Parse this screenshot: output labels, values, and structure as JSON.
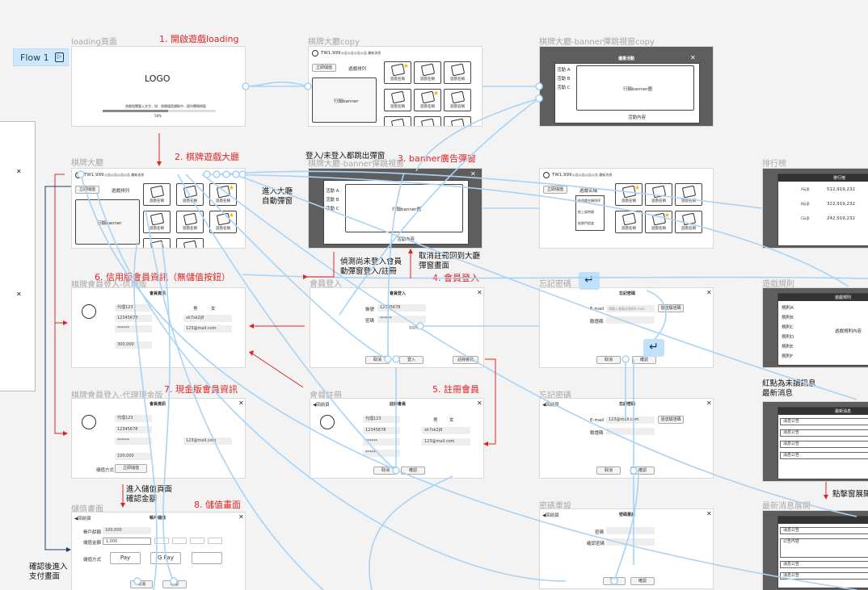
{
  "flow_badge": {
    "label": "Flow 1",
    "icon": "flow-start-icon"
  },
  "frames": {
    "loading": {
      "title": "loading頁面",
      "step": "1. 開啟遊戲loading",
      "logo": "LOGO",
      "tip": "遊戲相關載入文字，如：遊戲檔案讀取中...請勿關閉視窗",
      "percent": "58%"
    },
    "lobby_copy": {
      "title": "棋牌大廳copy",
      "user_id": "TW1,999",
      "announcement": "公告公告公告公告 最新消息",
      "topup": "立即儲值",
      "sort": "遊戲排列",
      "banner": "行銷banner",
      "tile_label": "遊戲名稱"
    },
    "lobby_banner_copy": {
      "title": "棋牌大廳-banner彈跳視窗copy",
      "header": "優惠活動",
      "tabs": [
        "活動 A",
        "活動 B",
        "活動 C"
      ],
      "banner_image": "行銷banner圖",
      "content": "活動內容"
    },
    "lobby": {
      "title": "棋牌大廳",
      "step": "2. 棋牌遊戲大廳",
      "user_id": "TW1,999",
      "announcement": "公告公告公告公告 最新消息",
      "topup": "立即儲值",
      "sort": "遊戲排列",
      "banner": "行銷banner",
      "tile_label": "遊戲名稱"
    },
    "lobby_banner": {
      "title": "棋牌大廳-banner彈跳視窗",
      "step": "3. banner廣告彈窗",
      "note": "登入/未登入都跳出彈窗",
      "tabs": [
        "活動 A",
        "活動 B",
        "活動 C"
      ],
      "banner_image": "行銷banner圖",
      "content": "活動內容"
    },
    "lobby_sort": {
      "user_id": "TW1,999",
      "announcement": "公告公告公告公告 最新消息",
      "topup": "立即儲值",
      "sort": "遊戲名稱",
      "sort_options": [
        "依遊戲名稱排序",
        "依上架時間",
        "依熱門程度"
      ],
      "tile_label": "遊戲名稱"
    },
    "ranking": {
      "title": "排行榜",
      "header": "排行榜",
      "rows": [
        {
          "name": "A玩家",
          "value": "512,919,232"
        },
        {
          "name": "B玩家",
          "value": "322,919,232"
        },
        {
          "name": "C玩家",
          "value": "242,919,232"
        }
      ]
    },
    "member_info_credit": {
      "title": "棋牌會員登入-信用版",
      "step": "6. 信用版會員資訊（無儲值按鈕）",
      "header": "會員資訊",
      "account": "代理123",
      "gender_male": "男",
      "gender_female": "女",
      "phone": "12345678",
      "line_id": "xk7sk2j8",
      "password": "******",
      "email": "123@mail.com",
      "balance": "300,000"
    },
    "login": {
      "title": "會員登入",
      "step": "4. 會員登入",
      "header": "會員登入",
      "account_label": "帳號",
      "account_value": "12345678",
      "password_label": "密碼",
      "password_value": "******",
      "forgot": "忘記密碼",
      "cancel": "取消",
      "login": "登入",
      "register": "註冊會員"
    },
    "forgot_pw": {
      "title": "忘記密碼",
      "header": "忘記密碼",
      "email_label": "E-mail",
      "placeholder": "請輸入會員註冊的E-mail",
      "send": "發送驗證碼",
      "code_label": "驗證碼",
      "cancel": "取消",
      "confirm": "確認"
    },
    "rules": {
      "title": "遊戲規則",
      "header": "遊戲規則",
      "rules": [
        "規則A",
        "規則B",
        "規則C",
        "規則D",
        "規則E",
        "規則F"
      ],
      "body": "遊戲規則內容"
    },
    "member_info_cash": {
      "title": "棋牌會員登入-代理現金版",
      "step": "7. 現金版會員資訊",
      "header": "會員資訊",
      "account": "代理123",
      "phone": "12345678",
      "password": "******",
      "email": "123@mail.com",
      "balance": "100,000",
      "topup": "立即儲值",
      "topup_label": "儲值方式"
    },
    "register": {
      "title": "會員註冊",
      "step": "5. 註冊會員",
      "back": "◀回前頁",
      "header": "註冊會員",
      "account": "代理123",
      "gender_male": "男",
      "gender_female": "女",
      "phone": "12345678",
      "line_id": "xk7sk2j8",
      "password": "******",
      "email": "123@mail.com",
      "confirm_pw": "******",
      "cancel": "取消",
      "confirm": "確認"
    },
    "forgot_pw2": {
      "title": "忘記密碼",
      "back": "◀回前頁",
      "header": "忘記密碼",
      "email_label": "E-mail",
      "email_value": "123@mail.com",
      "send": "發送驗證碼",
      "code_label": "驗證碼",
      "cancel": "取消",
      "confirm": "確認"
    },
    "news": {
      "title": "紅點為未讀訊息",
      "title2": "最新消息",
      "header": "最新消息",
      "items": [
        "消息公告",
        "消息公告",
        "消息公告",
        "消息公告"
      ]
    },
    "topup": {
      "title": "儲值畫面",
      "step": "8. 儲值畫面",
      "back": "◀回前頁",
      "header": "帳戶儲值",
      "balance_label": "帳戶餘額",
      "balance": "100,000",
      "amount_label": "儲值金額",
      "amount": "1,000",
      "method_label": "儲值方式",
      "apple_pay": "Pay",
      "google_pay": "G Pay",
      "cancel": "取消",
      "confirm": "確認"
    },
    "reset_pw": {
      "title": "密碼重設",
      "back": "◀回前頁",
      "header": "密碼重設",
      "pw_label": "密碼",
      "pw2_label": "確認密碼",
      "cancel": "取消",
      "confirm": "確認"
    },
    "news_expand": {
      "title": "最新消息展開",
      "note": "點擊窗展開",
      "items": [
        "消息公告",
        "公告內容",
        "消息公告",
        "消息公告"
      ]
    }
  },
  "annotations": {
    "auto_popup": "進入大廳\n自動彈窗",
    "detect_login": "偵測尚未登入會員\n動彈窗登入/註冊",
    "cancel_register": "取消註冊回到大廳\n彈窗畫面",
    "enter_topup": "進入儲值頁面\n確認金額",
    "confirm_payment": "確認後進入\n支付畫面"
  }
}
